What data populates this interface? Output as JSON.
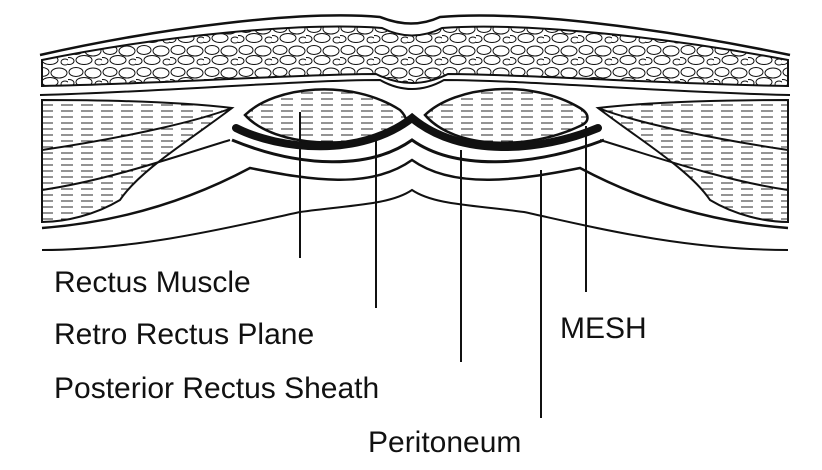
{
  "labels": {
    "rectus_muscle": "Rectus Muscle",
    "retro_rectus_plane": "Retro Rectus Plane",
    "posterior_rectus_sheath": "Posterior Rectus Sheath",
    "peritoneum": "Peritoneum",
    "mesh": "MESH"
  },
  "colors": {
    "line": "#111111",
    "fat_fill": "#ffffff",
    "background": "#ffffff"
  }
}
